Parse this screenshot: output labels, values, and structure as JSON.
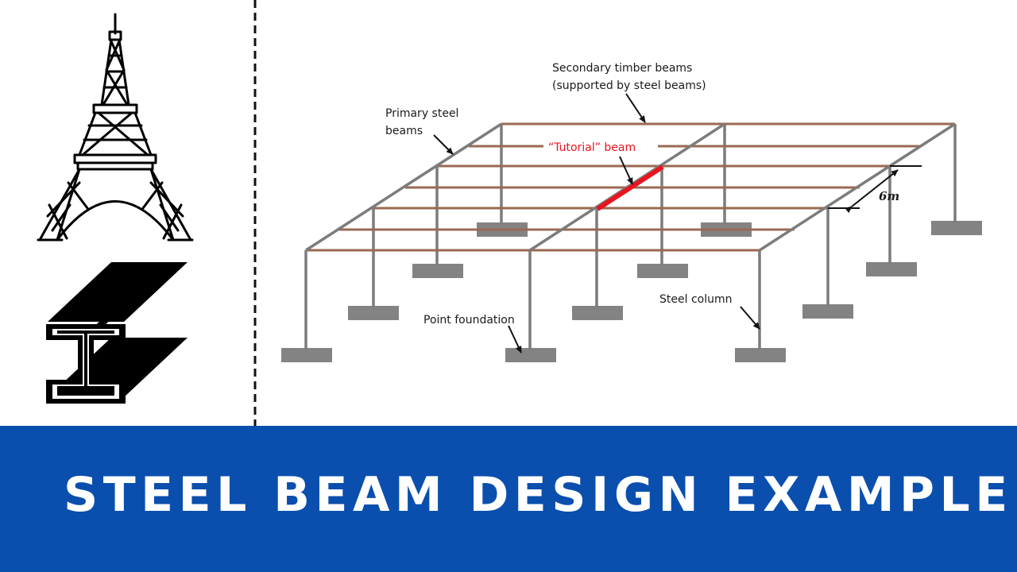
{
  "colors": {
    "banner": "#0a4fae",
    "banner_text": "#ffffff",
    "steel": "#7c7c7c",
    "timber": "#9a6a52",
    "highlight": "#e8141e",
    "foundation": "#838383",
    "icon": "#000000"
  },
  "banner": {
    "title": "STEEL BEAM DESIGN EXAMPLE"
  },
  "diagram": {
    "labels": {
      "secondary_line1": "Secondary timber beams",
      "secondary_line2": "(supported by steel beams)",
      "primary_line1": "Primary steel",
      "primary_line2": "beams",
      "tutorial": "“Tutorial” beam",
      "span": "6m",
      "point_foundation": "Point foundation",
      "steel_column": "Steel column"
    }
  },
  "icons": [
    "eiffel-tower-icon",
    "i-beam-icon"
  ]
}
